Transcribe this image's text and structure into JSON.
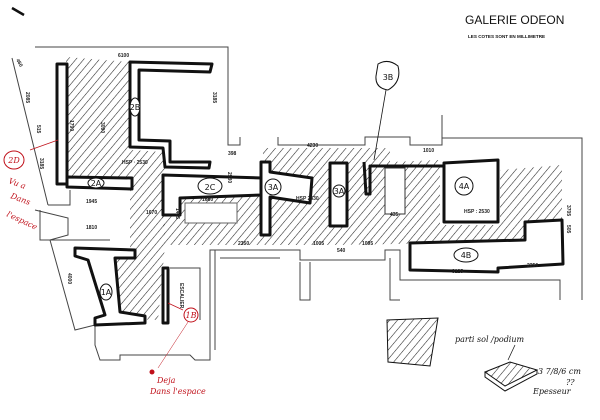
{
  "header": {
    "title": "GALERIE ODEON",
    "subtitle": "LES COTES SONT EN MILLIMETRE"
  },
  "rooms": {
    "r1a": "1A",
    "r1b": "1B",
    "r2a": "2A",
    "r2b": "2B",
    "r2c": "2C",
    "r2d": "2D",
    "r3a1": "3A",
    "r3a2": "3A",
    "r3b": "3B",
    "r4a": "4A",
    "r4b": "4B",
    "stair": "ESCALIER"
  },
  "dimensions": {
    "d6100": "6100",
    "d460": "460",
    "d2085": "2085",
    "d515": "515",
    "d3185l": "3185",
    "d1790": "1790",
    "d3090": "3090",
    "d3185r": "3185",
    "d398": "398",
    "hsp1": "HSP · 2530",
    "d1945": "1945",
    "d1810": "1810",
    "d1670": "1670",
    "d1680": "1680",
    "d1425": "1425",
    "d2530a": "2530",
    "hsp2": "HSP 2530",
    "d4230": "4230",
    "d1010": "1010",
    "d435": "435",
    "hsp3": "HSP : 2530",
    "d3705": "3705",
    "d505": "505",
    "d3125": "3125",
    "d2250": "2250",
    "d2350": "2350",
    "d1005": "1005",
    "d540": "540",
    "d1095": "1095",
    "d4000": "4000"
  },
  "notes": {
    "vu_a": "Vu a",
    "dans1": "Dans",
    "espace1": "l'espace",
    "deja": "Deja",
    "dans_espace2": "Dans l'espace",
    "legend": "parti sol /podium",
    "thickness": "3 7/8/6 cm",
    "question": "??",
    "epaisseur": "Epesseur"
  },
  "colors": {
    "ink": "#111111",
    "annotation": "#c0101a"
  }
}
